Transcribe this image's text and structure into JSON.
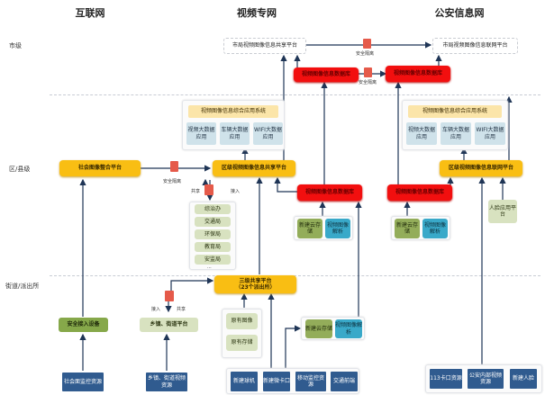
{
  "columns": {
    "internet": "互联网",
    "video_private": "视频专网",
    "public_security": "公安信息网"
  },
  "levels": {
    "city": "市级",
    "district": "区/县级",
    "street": "街道/派出所"
  },
  "city": {
    "share_platform": "市局视频图像信息共享平台",
    "link_platform": "市局视频图像信息联网平台",
    "db_video": "视频图像信息数据库",
    "db_police": "视频图像信息数据库",
    "firewall_1": "安全隔离",
    "firewall_2": "安全隔离"
  },
  "district": {
    "social_platform": "社会图像整合平台",
    "firewall": "安全隔离",
    "share_platform": "区级视频图像信息共享平台",
    "link_platform": "区级视频图像信息联网平台",
    "app_system_left": {
      "title": "视频图像信息综合应用系统",
      "items": [
        "视频大数据应用",
        "车辆大数据应用",
        "WIFI大数据应用"
      ]
    },
    "app_system_right": {
      "title": "视频图像信息综合应用系统",
      "items": [
        "视频大数据应用",
        "车辆大数据应用",
        "WIFI大数据应用"
      ]
    },
    "db_video": "视频图像信息数据库",
    "db_police": "视频图像信息数据库",
    "share_label": "共享",
    "access_label": "接入",
    "departments": [
      "综治办",
      "交通局",
      "环保局",
      "教育局",
      "安监局",
      "..."
    ],
    "storage_video": [
      "新建云存储",
      "视频图像解析"
    ],
    "storage_police": [
      "新建云存储",
      "视频图像解析"
    ],
    "face_platform": "人脸应用平台"
  },
  "street": {
    "secure_access": "安全接入设备",
    "town_platform": "乡镇、街道平台",
    "access_label": "接入",
    "share_label": "共享",
    "three_level_platform_line1": "三级共享平台",
    "three_level_platform_line2": "（23个派出所）",
    "existing": [
      "原有图像",
      "原有存储"
    ],
    "storage": [
      "新建云存储",
      "视频图像解析"
    ]
  },
  "sources": {
    "internet": [
      "社会面监控资源",
      "乡镇、街道视频资源"
    ],
    "video_private": [
      "新建球机",
      "新建微卡口",
      "移动监控资源",
      "交通前端"
    ],
    "public_security": [
      "113卡口资源",
      "公安内部视频资源",
      "新建人脸"
    ]
  },
  "colors": {
    "platform_yellow": "#f9be13",
    "database_red": "#f20f0f",
    "source_navy": "#305b8f",
    "arrow_navy": "#1f3556"
  }
}
